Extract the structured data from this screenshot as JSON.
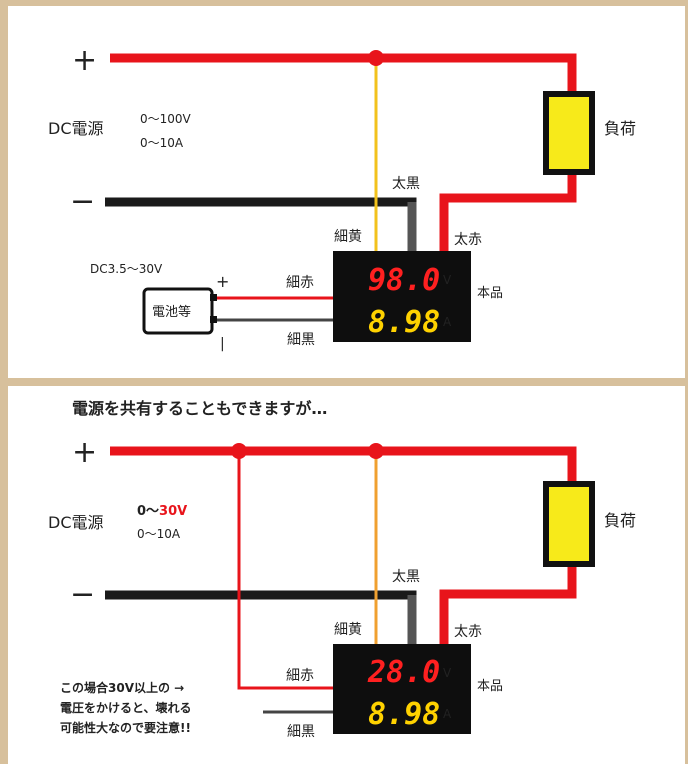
{
  "top": {
    "plus": "+",
    "minus": "−",
    "source_label": "DC電源",
    "range_v": "0～100V",
    "range_a": "0～10A",
    "load_label": "負荷",
    "thick_black": "太黒",
    "thick_red": "太赤",
    "thin_yellow": "細黄",
    "thin_red": "細赤",
    "thin_black": "細黒",
    "product_label": "本品",
    "meter_volts": "98.0",
    "meter_amps": "8.98",
    "unit_v": "V",
    "unit_a": "A",
    "battery_range": "DC3.5～30V",
    "battery_label": "電池等",
    "battery_plus": "+",
    "battery_minus": "|"
  },
  "bottom": {
    "heading": "電源を共有することもできますが…",
    "plus": "+",
    "minus": "−",
    "source_label": "DC電源",
    "range_v_prefix": "0～",
    "range_v_value": "30V",
    "range_a": "0～10A",
    "load_label": "負荷",
    "thick_black": "太黒",
    "thick_red": "太赤",
    "thin_yellow": "細黄",
    "thin_red": "細赤",
    "thin_black": "細黒",
    "product_label": "本品",
    "meter_volts": "28.0",
    "meter_amps": "8.98",
    "unit_v": "V",
    "unit_a": "A",
    "warning_line1": "この場合30V以上の →",
    "warning_line2": "電圧をかけると、壊れる",
    "warning_line3": "可能性大なので要注意!!"
  },
  "colors": {
    "red_wire": "#e8141b",
    "black_wire": "#1a1a1a",
    "gray_wire": "#444444",
    "yellow_wire": "#f2c21c",
    "orange_wire": "#f0a030",
    "load_fill": "#f7ea1a",
    "meter_red": "#ff2020",
    "meter_yellow": "#ffd200",
    "heading_blue": "#1a6fd8",
    "product_blue": "#1a6fd8",
    "warning_red": "#e8141b"
  }
}
